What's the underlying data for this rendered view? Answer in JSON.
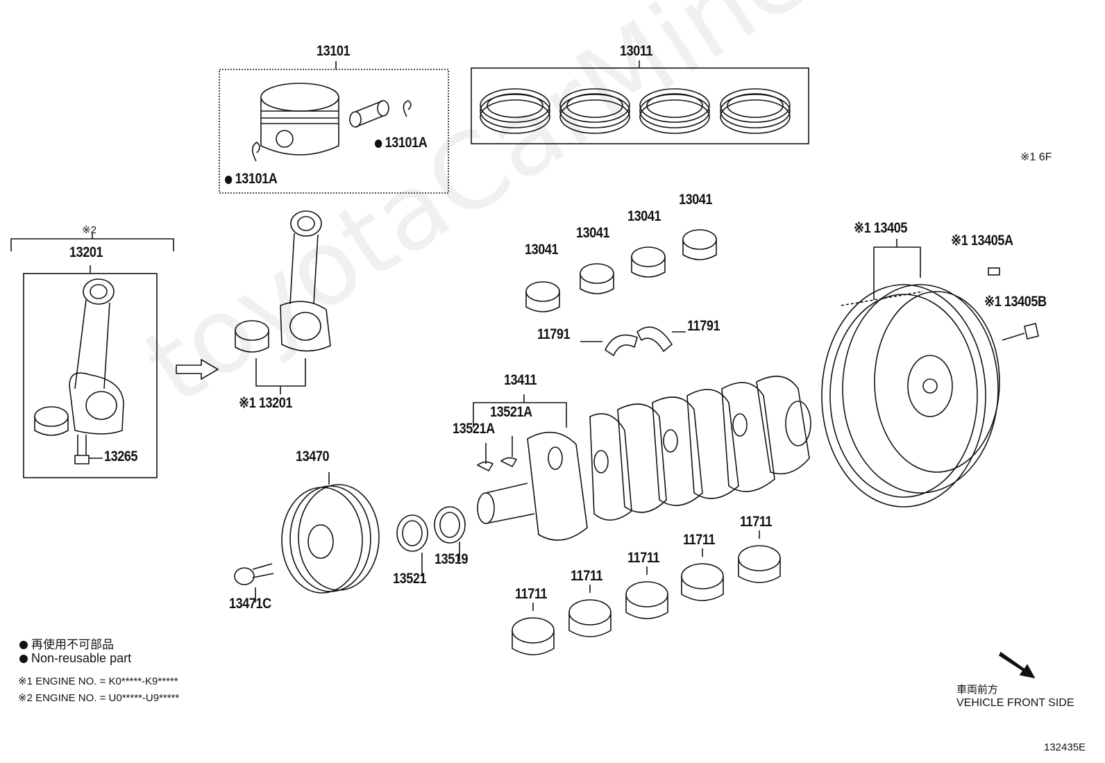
{
  "watermark": "toyotaCarMine.ru",
  "labels": {
    "p13101": "13101",
    "p13101A_left": "13101A",
    "p13101A_right": "13101A",
    "p13011": "13011",
    "note_6f": "※1 6F",
    "bracket_note2": "※2",
    "p13201": "13201",
    "p13201_ref": "※1 13201",
    "p13265": "13265",
    "p13041_a": "13041",
    "p13041_b": "13041",
    "p13041_c": "13041",
    "p13041_d": "13041",
    "p11791_left": "11791",
    "p11791_right": "11791",
    "p13405": "※1 13405",
    "p13405A": "※1 13405A",
    "p13405B": "※1 13405B",
    "p13411": "13411",
    "p13521A_upper": "13521A",
    "p13521A_lower": "13521A",
    "p13470": "13470",
    "p13521": "13521",
    "p13519": "13519",
    "p13471C": "13471C",
    "p11711_a": "11711",
    "p11711_b": "11711",
    "p11711_c": "11711",
    "p11711_d": "11711",
    "p11711_e": "11711"
  },
  "legend": {
    "non_reusable_jp": "再使用不可部品",
    "non_reusable_en": "Non-reusable part",
    "engine1": "※1 ENGINE NO. = K0*****-K9*****",
    "engine2": "※2 ENGINE NO. = U0*****-U9*****"
  },
  "orientation": {
    "jp": "車両前方",
    "en": "VEHICLE FRONT SIDE"
  },
  "figure_code": "132435E"
}
